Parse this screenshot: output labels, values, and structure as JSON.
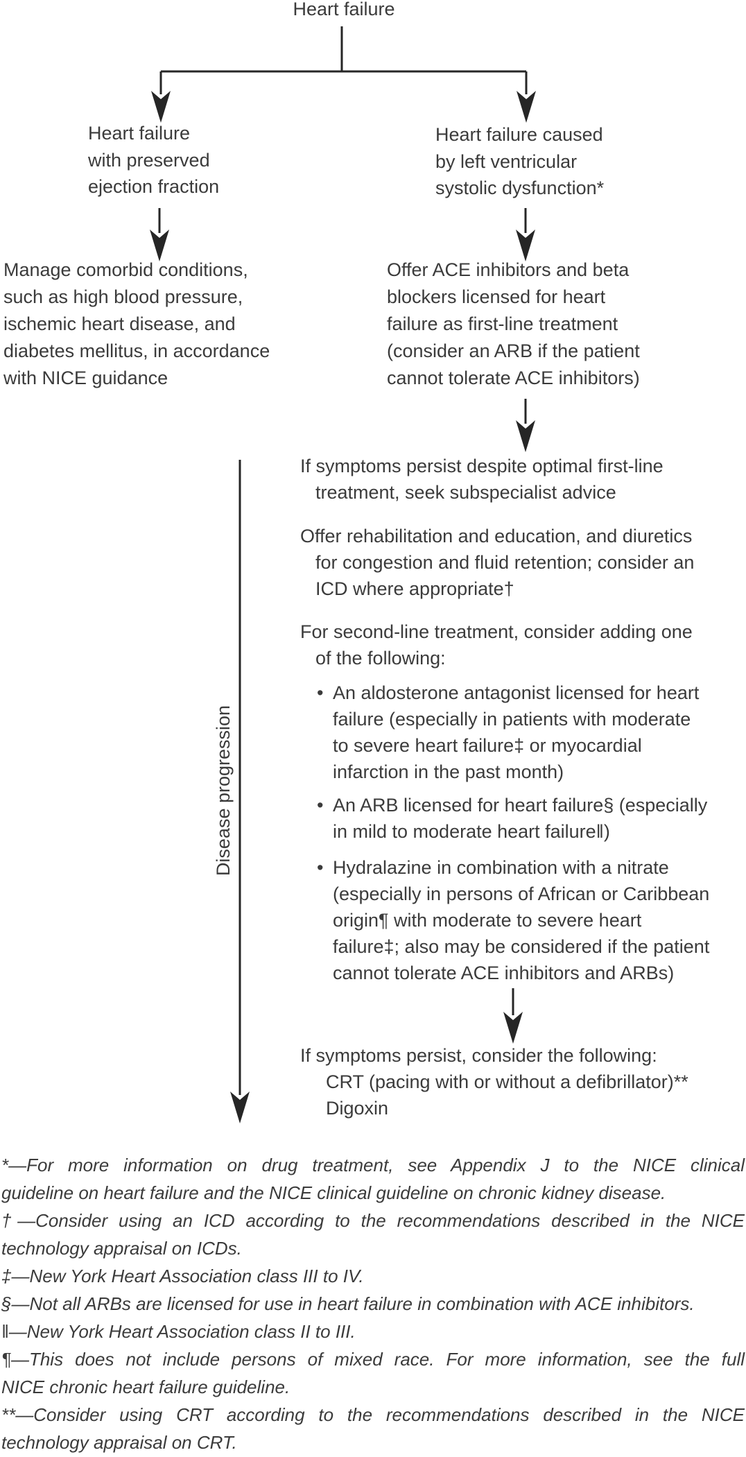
{
  "colors": {
    "line": "#262626",
    "text": "#3b3b3b",
    "background": "#ffffff"
  },
  "icons": {
    "bullet": "•"
  },
  "title": "Heart failure",
  "branches": {
    "left": {
      "lines": [
        "Heart failure",
        "with preserved",
        "ejection fraction"
      ]
    },
    "right": {
      "lines": [
        "Heart failure caused",
        "by left ventricular",
        "systolic dysfunction*"
      ]
    }
  },
  "actions": {
    "left": {
      "lines": [
        "Manage comorbid conditions,",
        "such as high blood pressure,",
        "ischemic heart disease, and",
        "diabetes mellitus, in accordance",
        "with NICE guidance"
      ]
    },
    "right": {
      "lines": [
        "Offer ACE inhibitors and beta",
        "blockers licensed for heart",
        "failure as first-line treatment",
        "(consider an ARB if the patient",
        "cannot tolerate ACE inhibitors)"
      ]
    }
  },
  "disease_progression": {
    "label": "Disease progression"
  },
  "pathway": {
    "step1": {
      "lines": [
        "If symptoms persist despite optimal first-line",
        "treatment, seek subspecialist advice"
      ]
    },
    "step2": {
      "lines": [
        "Offer rehabilitation and education, and diuretics",
        "for congestion and fluid retention; consider an",
        "ICD where appropriate†"
      ]
    },
    "step3": {
      "lines": [
        "For second-line treatment, consider adding one",
        "of the following:"
      ]
    },
    "bullets": [
      {
        "lines": [
          "An aldosterone antagonist licensed for heart",
          "failure (especially in patients with moderate",
          "to severe heart failure‡ or myocardial",
          "infarction in the past month)"
        ]
      },
      {
        "lines": [
          "An ARB licensed for heart failure§ (especially",
          "in mild to moderate heart failure‖)"
        ]
      },
      {
        "lines": [
          "Hydralazine in combination with a nitrate",
          "(especially in persons of African or Caribbean",
          "origin¶ with moderate to severe heart",
          "failure‡; also may be considered if the patient",
          "cannot tolerate ACE inhibitors and ARBs)"
        ]
      }
    ],
    "step4": {
      "lines": [
        "If symptoms persist, consider the following:",
        "CRT (pacing with or without a defibrillator)**",
        "Digoxin"
      ]
    }
  },
  "footnotes": [
    "*—For more information on drug treatment, see Appendix J to the NICE clinical",
    "guideline on heart failure and the NICE clinical guideline on chronic kidney disease.",
    "†—Consider using an ICD according to the recommendations described in the NICE",
    "technology appraisal on ICDs.",
    "‡—New York Heart Association class III to IV.",
    "§—Not all ARBs are licensed for use in heart failure in combination with ACE inhibitors.",
    "‖—New York Heart Association class II to III.",
    "¶—This does not include persons of mixed race. For more information, see the full",
    "NICE chronic heart failure guideline.",
    "**—Consider using CRT according to the recommendations described in the NICE",
    "technology appraisal on CRT."
  ]
}
